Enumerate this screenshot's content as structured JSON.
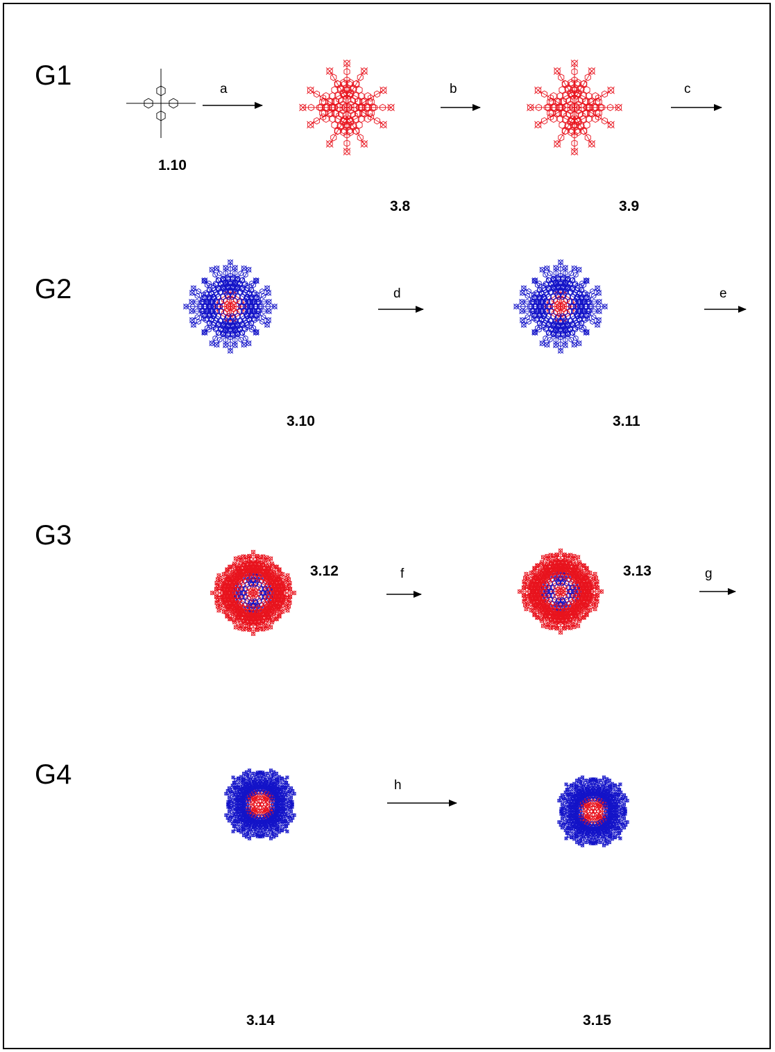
{
  "colors": {
    "shell_red": "#e8141e",
    "shell_blue": "#1414c8",
    "core_black": "#000000"
  },
  "generations": {
    "g1": "G1",
    "g2": "G2",
    "g3": "G3",
    "g4": "G4"
  },
  "compounds": {
    "c1_10": "1.10",
    "c3_8": "3.8",
    "c3_9": "3.9",
    "c3_10": "3.10",
    "c3_11": "3.11",
    "c3_12": "3.12",
    "c3_13": "3.13",
    "c3_14": "3.14",
    "c3_15": "3.15"
  },
  "steps": {
    "a": "a",
    "b": "b",
    "c": "c",
    "d": "d",
    "e": "e",
    "f": "f",
    "g": "g",
    "h": "h"
  }
}
